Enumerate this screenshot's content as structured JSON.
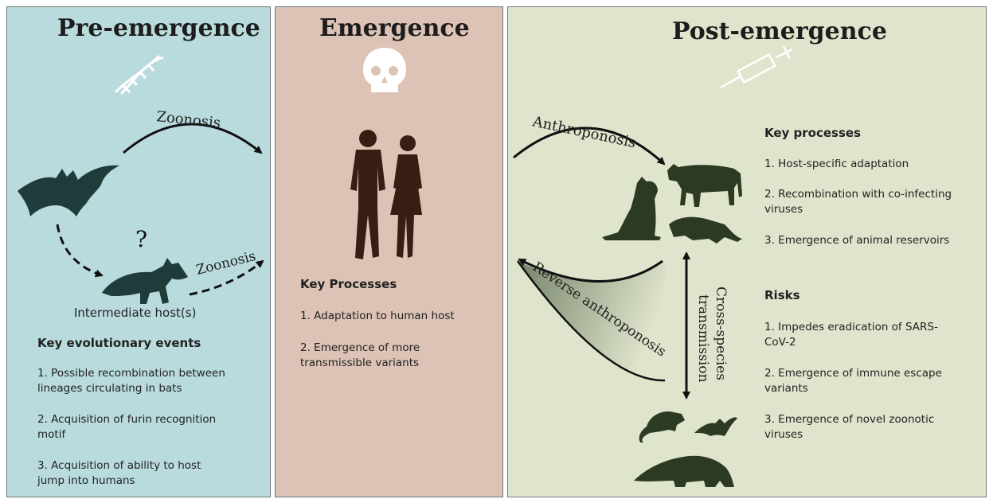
{
  "pre": {
    "title": "Pre-emergence",
    "zoonosis_top": "Zoonosis",
    "zoonosis_mid": "Zoonosis",
    "question": "?",
    "intermediate": "Intermediate host(s)",
    "heading": "Key evolutionary events",
    "items": [
      [
        "1. Possible recombination between",
        "lineages circulating in bats"
      ],
      [
        "2. Acquisition of furin recognition",
        "motif"
      ],
      [
        "3. Acquisition of ability to host",
        "jump into humans"
      ]
    ]
  },
  "emergence": {
    "title": "Emergence",
    "heading": "Key Processes",
    "items": [
      [
        "1. Adaptation to human host"
      ],
      [
        "2. Emergence of more",
        "transmissible variants"
      ]
    ]
  },
  "post": {
    "title": "Post-emergence",
    "anthroponosis": "Anthroponosis",
    "reverse": "Reverse anthroponosis",
    "cross1": "Cross-species",
    "cross2": "transmission",
    "processes_heading": "Key processes",
    "processes": [
      [
        "1. Host-specific adaptation"
      ],
      [
        "2. Recombination with co-infecting",
        "viruses"
      ],
      [
        "3. Emergence of animal reservoirs"
      ]
    ],
    "risks_heading": "Risks",
    "risks": [
      [
        "1. Impedes eradication of SARS-",
        "CoV-2"
      ],
      [
        "2. Emergence of immune escape",
        "variants"
      ],
      [
        "3. Emergence of novel zoonotic",
        "viruses"
      ]
    ]
  },
  "icons": [
    "dna-icon",
    "skull-icon",
    "syringe-icon",
    "bat-icon",
    "raccoon-dog-icon",
    "human-couple-icon",
    "cow-icon",
    "cat-icon",
    "mink-icon",
    "rat-icon",
    "small-bat-icon",
    "pangolin-icon"
  ],
  "colors": {
    "pre_bg": "#b9dbdd",
    "emergence_bg": "#dcc3b5",
    "post_bg": "#dfe5cc",
    "silhouette_teal": "#1f3b3a",
    "silhouette_brown": "#3a1d12",
    "silhouette_olive": "#2c3a22"
  }
}
